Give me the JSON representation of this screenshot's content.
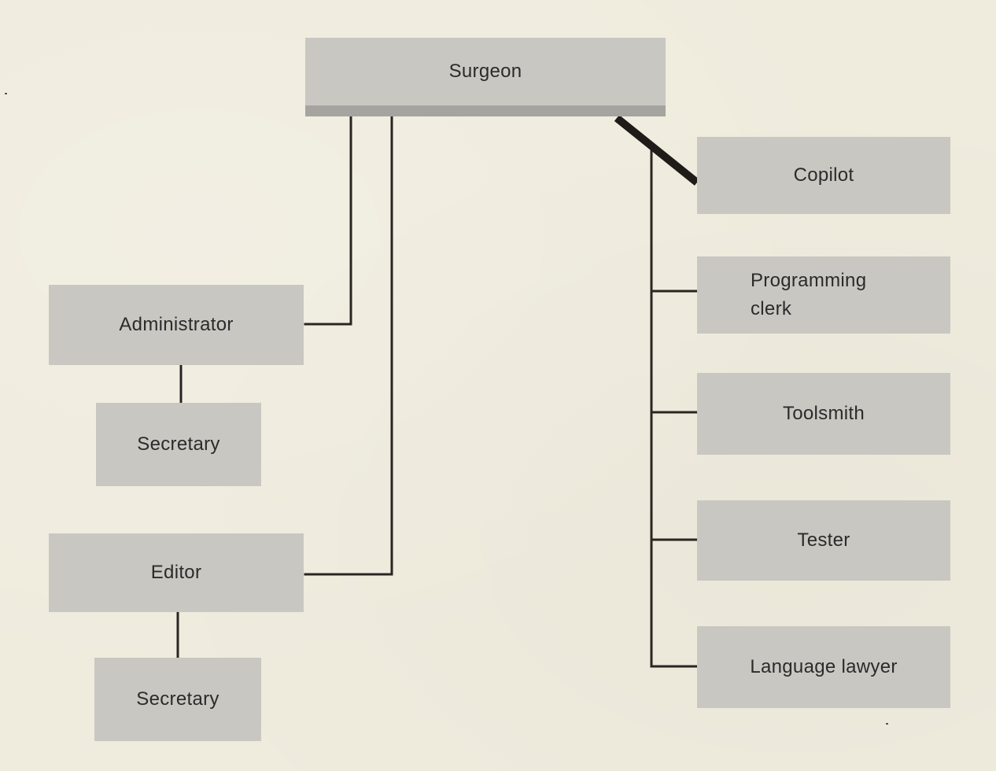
{
  "diagram": {
    "surgeon": "Surgeon",
    "copilot": "Copilot",
    "programming_clerk_line1": "Programming",
    "programming_clerk_line2": "clerk",
    "toolsmith": "Toolsmith",
    "tester": "Tester",
    "language_lawyer": "Language lawyer",
    "administrator": "Administrator",
    "administrator_secretary": "Secretary",
    "editor": "Editor",
    "editor_secretary": "Secretary"
  },
  "colors": {
    "background": "#efebdd",
    "box_fill": "#c9c7c1",
    "line": "#2a2522",
    "text": "#2b2b2b"
  }
}
